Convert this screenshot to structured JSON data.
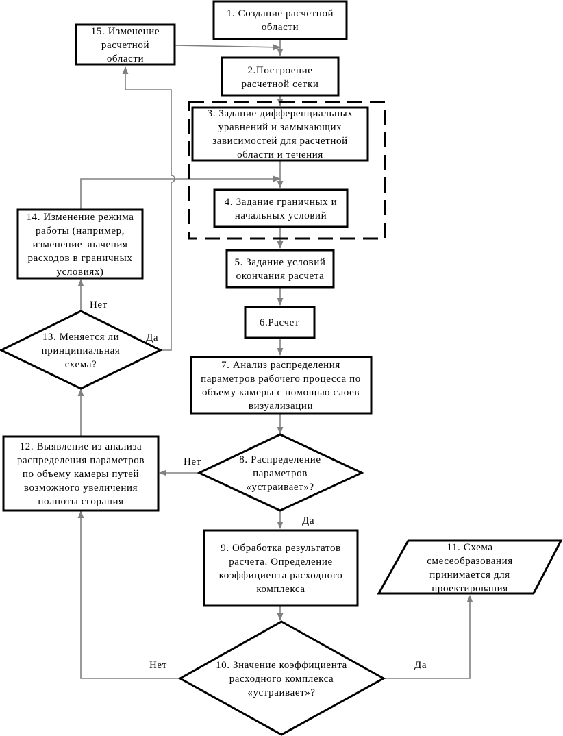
{
  "nodes": {
    "n1": {
      "lines": [
        "1. Создание расчетной",
        "области"
      ]
    },
    "n2": {
      "lines": [
        "2.Построение",
        "расчетной сетки"
      ]
    },
    "n3": {
      "lines": [
        "3. Задание дифференциальных",
        "уравнений и замыкающих",
        "зависимостей для расчетной",
        "области и течения"
      ]
    },
    "n4": {
      "lines": [
        "4. Задание граничных и",
        "начальных условий"
      ]
    },
    "n5": {
      "lines": [
        "5. Задание условий",
        "окончания расчета"
      ]
    },
    "n6": {
      "lines": [
        "6.Расчет"
      ]
    },
    "n7": {
      "lines": [
        "7. Анализ распределения",
        "параметров рабочего процесса по",
        "объему камеры с помощью слоев",
        "визуализации"
      ]
    },
    "n8": {
      "lines": [
        "8. Распределение",
        "параметров",
        "«устраивает»?"
      ]
    },
    "n9": {
      "lines": [
        "9. Обработка результатов",
        "расчета. Определение",
        "коэффициента расходного",
        "комплекса"
      ]
    },
    "n10": {
      "lines": [
        "10. Значение коэффициента",
        "расходного комплекса",
        "«устраивает»?"
      ]
    },
    "n11": {
      "lines": [
        "11. Схема",
        "смесеобразования",
        "принимается для",
        "проектирования"
      ]
    },
    "n12": {
      "lines": [
        "12. Выявление из анализа",
        "распределения параметров",
        "по объему камеры путей",
        "возможного увеличения",
        "полноты сгорания"
      ]
    },
    "n13": {
      "lines": [
        "13. Меняется ли",
        "принципиальная",
        "схема?"
      ]
    },
    "n14": {
      "lines": [
        "14. Изменение режима",
        "работы (например,",
        "изменение значения",
        "расходов в граничных",
        "условиях)"
      ]
    },
    "n15": {
      "lines": [
        "15. Изменение",
        "расчетной",
        "области"
      ]
    }
  },
  "labels": {
    "yes8": "Да",
    "no8": "Нет",
    "yes10": "Да",
    "no10": "Нет",
    "yes13": "Да",
    "no13": "Нет"
  }
}
